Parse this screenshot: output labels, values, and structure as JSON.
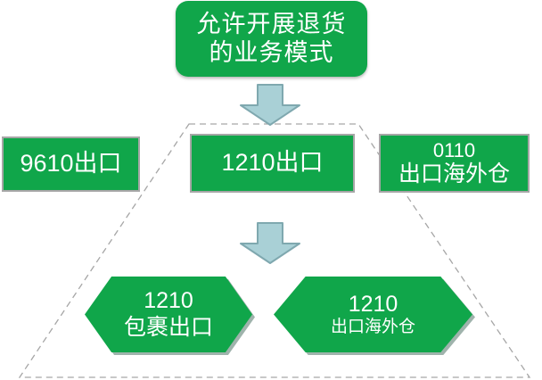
{
  "diagram": {
    "title_box": {
      "lines": [
        "允许开展退货",
        "的业务模式"
      ]
    },
    "middle_row": [
      {
        "label": "9610出口"
      },
      {
        "label": "1210出口"
      },
      {
        "line_1": "0110",
        "line_2": "出口海外仓"
      }
    ],
    "bottom_row": [
      {
        "line_1": "1210",
        "line_2": "包裹出口"
      },
      {
        "line_1": "1210",
        "line_2": "出口海外仓"
      }
    ],
    "arrows": [
      {
        "name": "arrow-title-to-middle",
        "direction": "down"
      },
      {
        "name": "arrow-middle-to-bottom",
        "direction": "down"
      }
    ],
    "colors": {
      "green_fill": "#10A64A",
      "box_border": "#A6A6A6",
      "text": "#FFFFFF",
      "arrow_fill": "#A9D0D6",
      "arrow_border": "#7FA8AF",
      "dashed_frame": "#A6A6A6",
      "background": "#FFFFFF"
    }
  }
}
